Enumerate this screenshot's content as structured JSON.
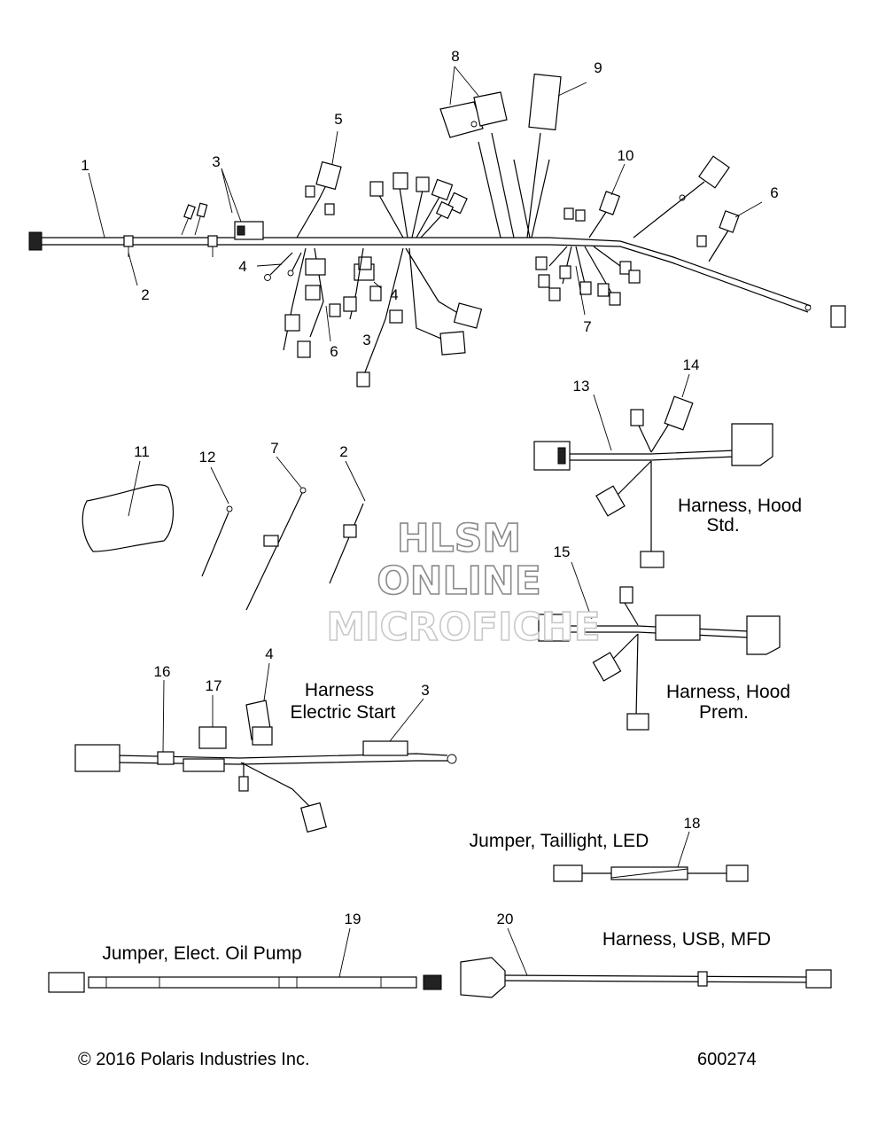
{
  "callouts": [
    "1",
    "2",
    "3",
    "5",
    "8",
    "9",
    "10",
    "6",
    "4",
    "4",
    "3",
    "6",
    "7",
    "14",
    "13",
    "11",
    "12",
    "7",
    "2",
    "15",
    "16",
    "17",
    "4",
    "3",
    "18",
    "19",
    "20"
  ],
  "captions": {
    "hood_std_1": "Harness, Hood",
    "hood_std_2": "Std.",
    "hood_prem_1": "Harness, Hood",
    "hood_prem_2": "Prem.",
    "elec_start_1": "Harness",
    "elec_start_2": "Electric Start",
    "taillight": "Jumper, Taillight, LED",
    "oil_pump": "Jumper, Elect. Oil Pump",
    "usb": "Harness, USB, MFD"
  },
  "watermark": {
    "line1": "HLSM",
    "line2": "ONLINE",
    "line3": "MICROFICHE"
  },
  "footer": {
    "copyright": "© 2016 Polaris Industries Inc.",
    "diagram_number": "600274"
  }
}
